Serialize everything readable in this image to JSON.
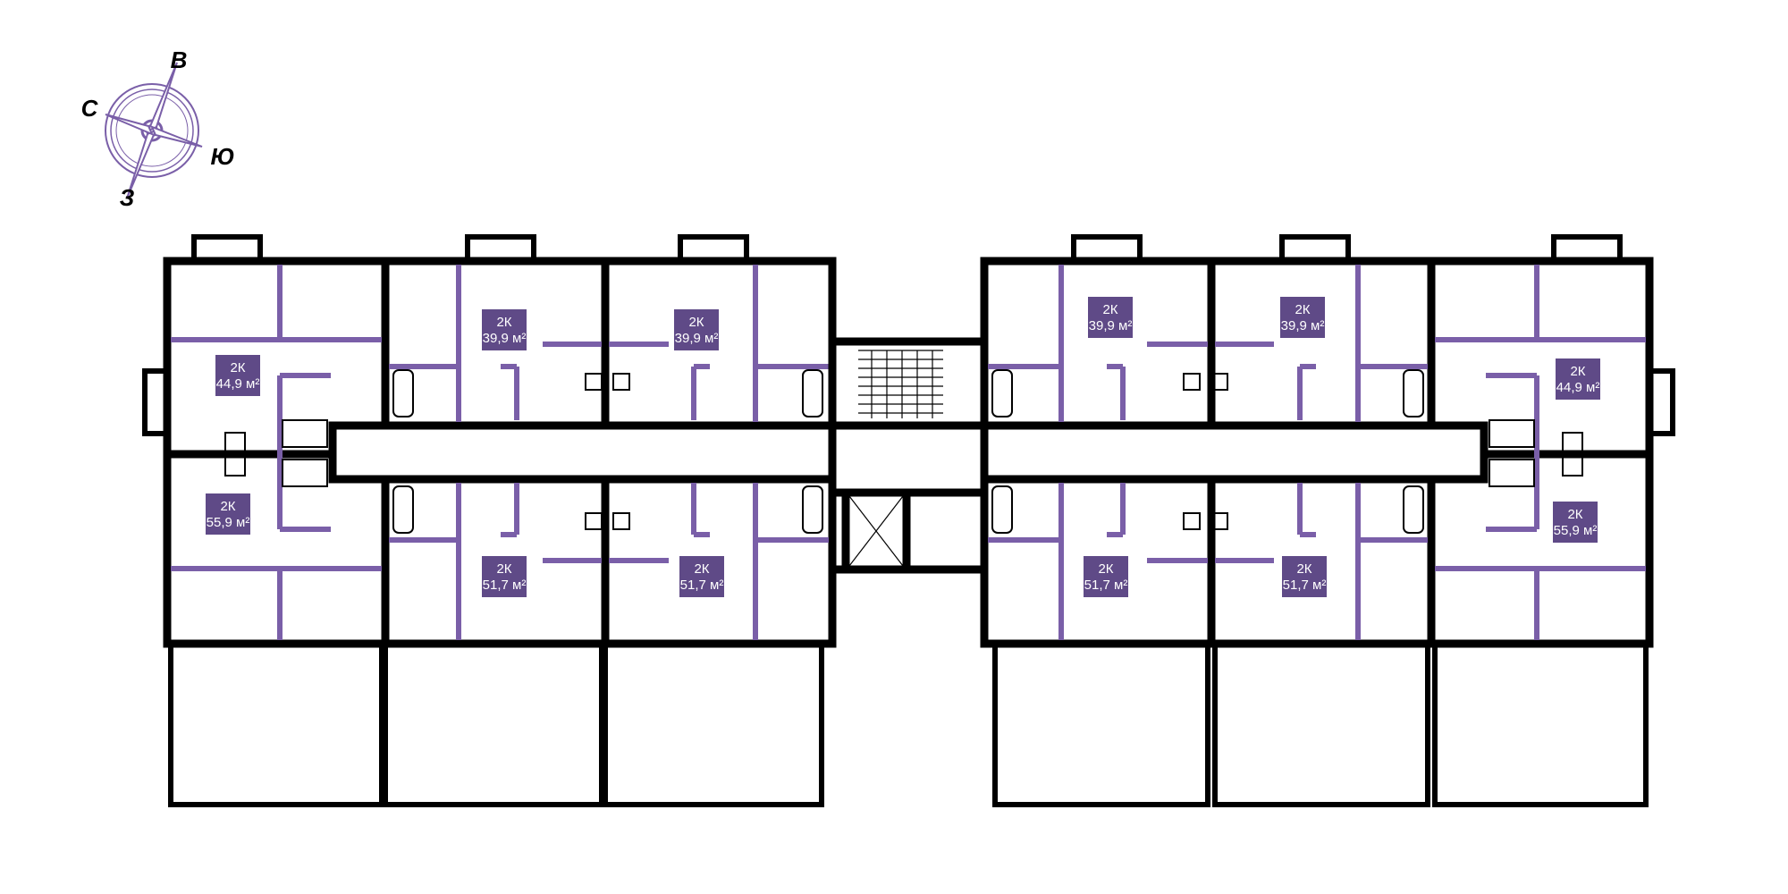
{
  "compass": {
    "labels": {
      "north": "С",
      "east": "В",
      "south": "Ю",
      "west": "З"
    },
    "colors": {
      "rose": "#7a5fa8"
    }
  },
  "colors": {
    "wall": "#000000",
    "partition": "#7a5fa8",
    "badge_fill": "#5f4a87",
    "badge_text": "#ffffff"
  },
  "apartments": [
    {
      "id": "apt-l-nw",
      "type": "2К",
      "area": "44,9 м²"
    },
    {
      "id": "apt-l-sw",
      "type": "2К",
      "area": "55,9 м²"
    },
    {
      "id": "apt-l-n2",
      "type": "2К",
      "area": "39,9 м²"
    },
    {
      "id": "apt-l-n3",
      "type": "2К",
      "area": "39,9 м²"
    },
    {
      "id": "apt-l-s2",
      "type": "2К",
      "area": "51,7 м²"
    },
    {
      "id": "apt-l-s3",
      "type": "2К",
      "area": "51,7 м²"
    },
    {
      "id": "apt-r-n1",
      "type": "2К",
      "area": "39,9 м²"
    },
    {
      "id": "apt-r-n2",
      "type": "2К",
      "area": "39,9 м²"
    },
    {
      "id": "apt-r-ne",
      "type": "2К",
      "area": "44,9 м²"
    },
    {
      "id": "apt-r-s1",
      "type": "2К",
      "area": "51,7 м²"
    },
    {
      "id": "apt-r-s2",
      "type": "2К",
      "area": "51,7 м²"
    },
    {
      "id": "apt-r-se",
      "type": "2К",
      "area": "55,9 м²"
    }
  ]
}
